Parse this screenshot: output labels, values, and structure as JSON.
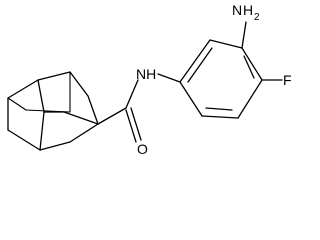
{
  "molecule": {
    "labels": {
      "amine_N": "N",
      "amine_H2": "H",
      "amine_sub": "2",
      "amide_NH": "NH",
      "fluoro": "F",
      "carbonyl_O": "O"
    }
  }
}
